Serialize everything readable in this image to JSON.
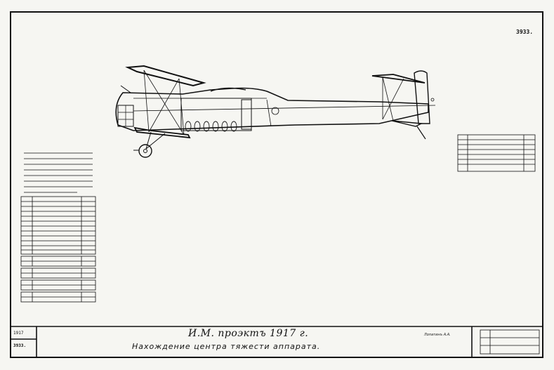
{
  "sheet_number": "3933.",
  "title_block": {
    "year": "1917",
    "number": "3933.",
    "title": "И.М. проэктъ 1917 г.",
    "subtitle": "Нахождение центра тяжести аппарата.",
    "signature": "Лопатинъ А.А."
  }
}
